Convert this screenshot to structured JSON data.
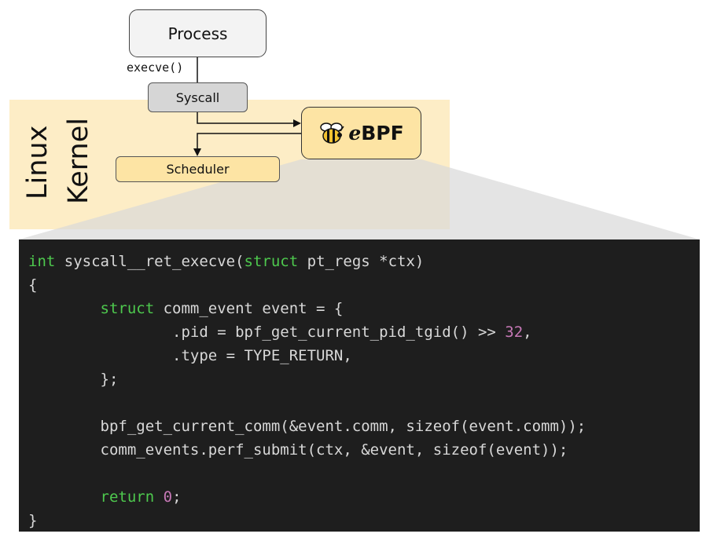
{
  "diagram": {
    "process_label": "Process",
    "execve_label": "execve()",
    "syscall_label": "Syscall",
    "scheduler_label": "Scheduler",
    "ebpf_label_e": "e",
    "ebpf_label_rest": "BPF",
    "ebpf_logo_icon": "bee-icon",
    "kernel_label_line1": "Linux",
    "kernel_label_line2": "Kernel"
  },
  "colors": {
    "kernel_band": "#fdedc6",
    "box_accent": "#fde4a4",
    "code_background": "#1e1e1e",
    "keyword": "#4ec94e",
    "number": "#c678b6"
  },
  "code": {
    "lines": [
      [
        {
          "t": "int",
          "c": "kw"
        },
        {
          "t": " syscall__ret_execve(",
          "c": "plain"
        },
        {
          "t": "struct",
          "c": "kw"
        },
        {
          "t": " pt_regs *ctx)",
          "c": "plain"
        }
      ],
      [
        {
          "t": "{",
          "c": "plain"
        }
      ],
      [
        {
          "t": "        ",
          "c": "plain"
        },
        {
          "t": "struct",
          "c": "kw"
        },
        {
          "t": " comm_event event = {",
          "c": "plain"
        }
      ],
      [
        {
          "t": "                .pid = bpf_get_current_pid_tgid() >> ",
          "c": "plain"
        },
        {
          "t": "32",
          "c": "num"
        },
        {
          "t": ",",
          "c": "plain"
        }
      ],
      [
        {
          "t": "                .type = TYPE_RETURN,",
          "c": "plain"
        }
      ],
      [
        {
          "t": "        };",
          "c": "plain"
        }
      ],
      [],
      [
        {
          "t": "        bpf_get_current_comm(&event.comm, sizeof(event.comm));",
          "c": "plain"
        }
      ],
      [
        {
          "t": "        comm_events.perf_submit(ctx, &event, sizeof(event));",
          "c": "plain"
        }
      ],
      [],
      [
        {
          "t": "        ",
          "c": "plain"
        },
        {
          "t": "return",
          "c": "kw"
        },
        {
          "t": " ",
          "c": "plain"
        },
        {
          "t": "0",
          "c": "num"
        },
        {
          "t": ";",
          "c": "plain"
        }
      ],
      [
        {
          "t": "}",
          "c": "plain"
        }
      ]
    ]
  }
}
